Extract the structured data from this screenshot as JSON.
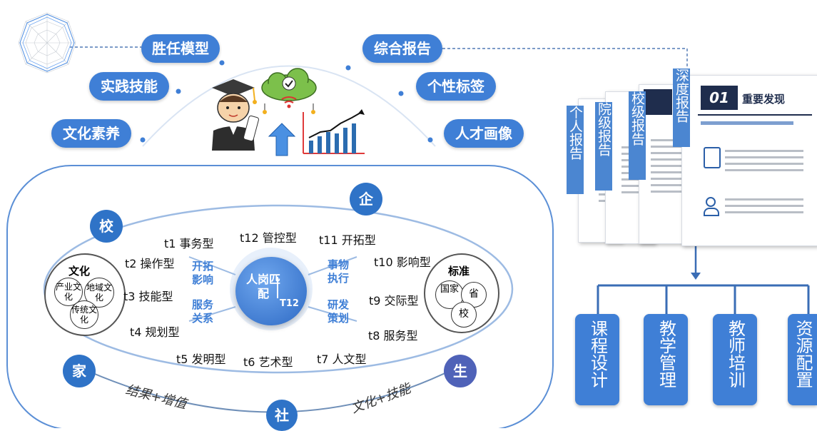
{
  "top_pills": {
    "competency_model": "胜任模型",
    "practice_skills": "实践技能",
    "cultural_literacy": "文化素养",
    "comprehensive_report": "综合报告",
    "personal_tags": "个性标签",
    "talent_portrait": "人才画像"
  },
  "center": {
    "main": "人岗匹配",
    "sub": "T12",
    "left_top": "开拓影响",
    "left_bottom": "服务关系",
    "right_top": "事物执行",
    "right_bottom": "研发策划"
  },
  "types": {
    "t1": "t1 事务型",
    "t2": "t2 操作型",
    "t3": "t3 技能型",
    "t4": "t4 规划型",
    "t5": "t5 发明型",
    "t6": "t6 艺术型",
    "t7": "t7 人文型",
    "t8": "t8 服务型",
    "t9": "t9 交际型",
    "t10": "t10 影响型",
    "t11": "t11 开拓型",
    "t12": "t12 管控型"
  },
  "culture": {
    "title": "文化",
    "industry": "产业文化",
    "regional": "地域文化",
    "traditional": "传统文化"
  },
  "standard": {
    "title": "标准",
    "national": "国家",
    "provincial": "省",
    "school": "校"
  },
  "nodes": {
    "school": "校",
    "enterprise": "企",
    "family": "家",
    "student": "生",
    "society": "社"
  },
  "arc_labels": {
    "left": "结果+增值",
    "right": "文化+技能"
  },
  "reports": {
    "personal": "个人报告",
    "college": "院级报告",
    "school": "校级报告",
    "deep": "深度报告",
    "number": "01",
    "heading": "重要发现"
  },
  "bottom_boxes": {
    "course": "课程设计",
    "teaching": "教学管理",
    "teacher": "教师培训",
    "resource": "资源配置"
  },
  "colors": {
    "primary_blue": "#3f7fd6",
    "dark_blue": "#2f73c7",
    "chart_red": "#e03a3a"
  }
}
